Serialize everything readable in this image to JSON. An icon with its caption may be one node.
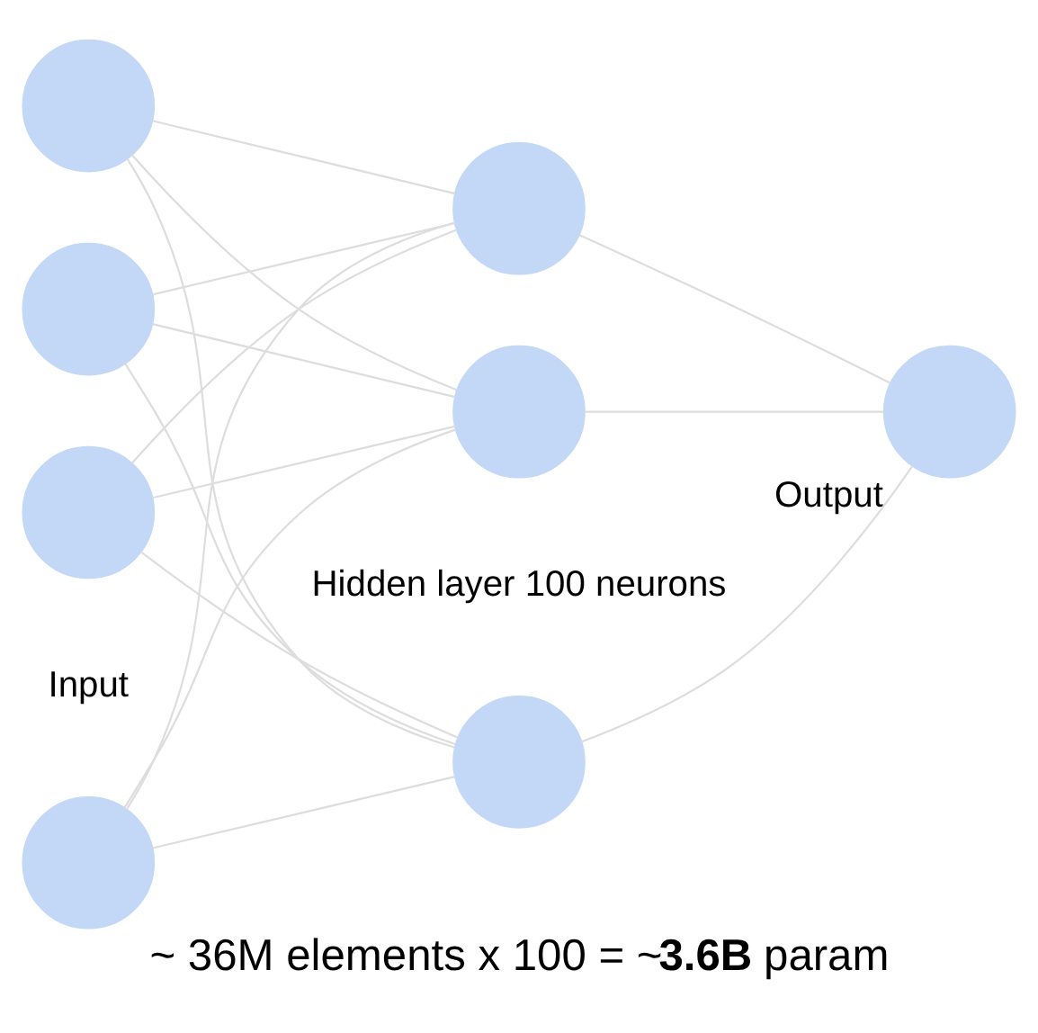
{
  "diagram": {
    "caption": "~ 36M elements x 100 = ~**3.6B** param",
    "nodes": [
      {
        "text": [],
        "shape": "circle"
      },
      {
        "text": [],
        "shape": "circle"
      },
      {
        "text": [],
        "shape": "circle"
      },
      {
        "text": [],
        "shape": "circle"
      },
      {
        "text": [],
        "shape": "circle"
      },
      {
        "text": [],
        "shape": "circle"
      },
      {
        "text": [],
        "shape": "circle"
      },
      {
        "text": [],
        "shape": "circle",
        "beside": [
          "Output"
        ]
      }
    ],
    "edges": [
      {
        "from": 0,
        "to": 4,
        "arrow": "none"
      },
      {
        "from": 0,
        "to": 5,
        "arrow": "none"
      },
      {
        "from": 0,
        "to": 6,
        "arrow": "none"
      },
      {
        "from": 1,
        "to": 4,
        "arrow": "none"
      },
      {
        "from": 1,
        "to": 5,
        "arrow": "none"
      },
      {
        "from": 1,
        "to": 6,
        "arrow": "none"
      },
      {
        "from": 2,
        "to": 4,
        "arrow": "none"
      },
      {
        "from": 2,
        "to": 5,
        "arrow": "none"
      },
      {
        "from": 2,
        "to": 6,
        "arrow": "none"
      },
      {
        "from": 3,
        "to": 4,
        "arrow": "none"
      },
      {
        "from": 3,
        "to": 5,
        "arrow": "none"
      },
      {
        "from": 3,
        "to": 6,
        "arrow": "none"
      },
      {
        "from": 4,
        "to": 7,
        "arrow": "none"
      },
      {
        "from": 5,
        "to": 7,
        "arrow": "none"
      },
      {
        "from": 6,
        "to": 7,
        "arrow": "none"
      }
    ],
    "labels": [
      "Input",
      "Hidden layer 100 neurons"
    ]
  }
}
